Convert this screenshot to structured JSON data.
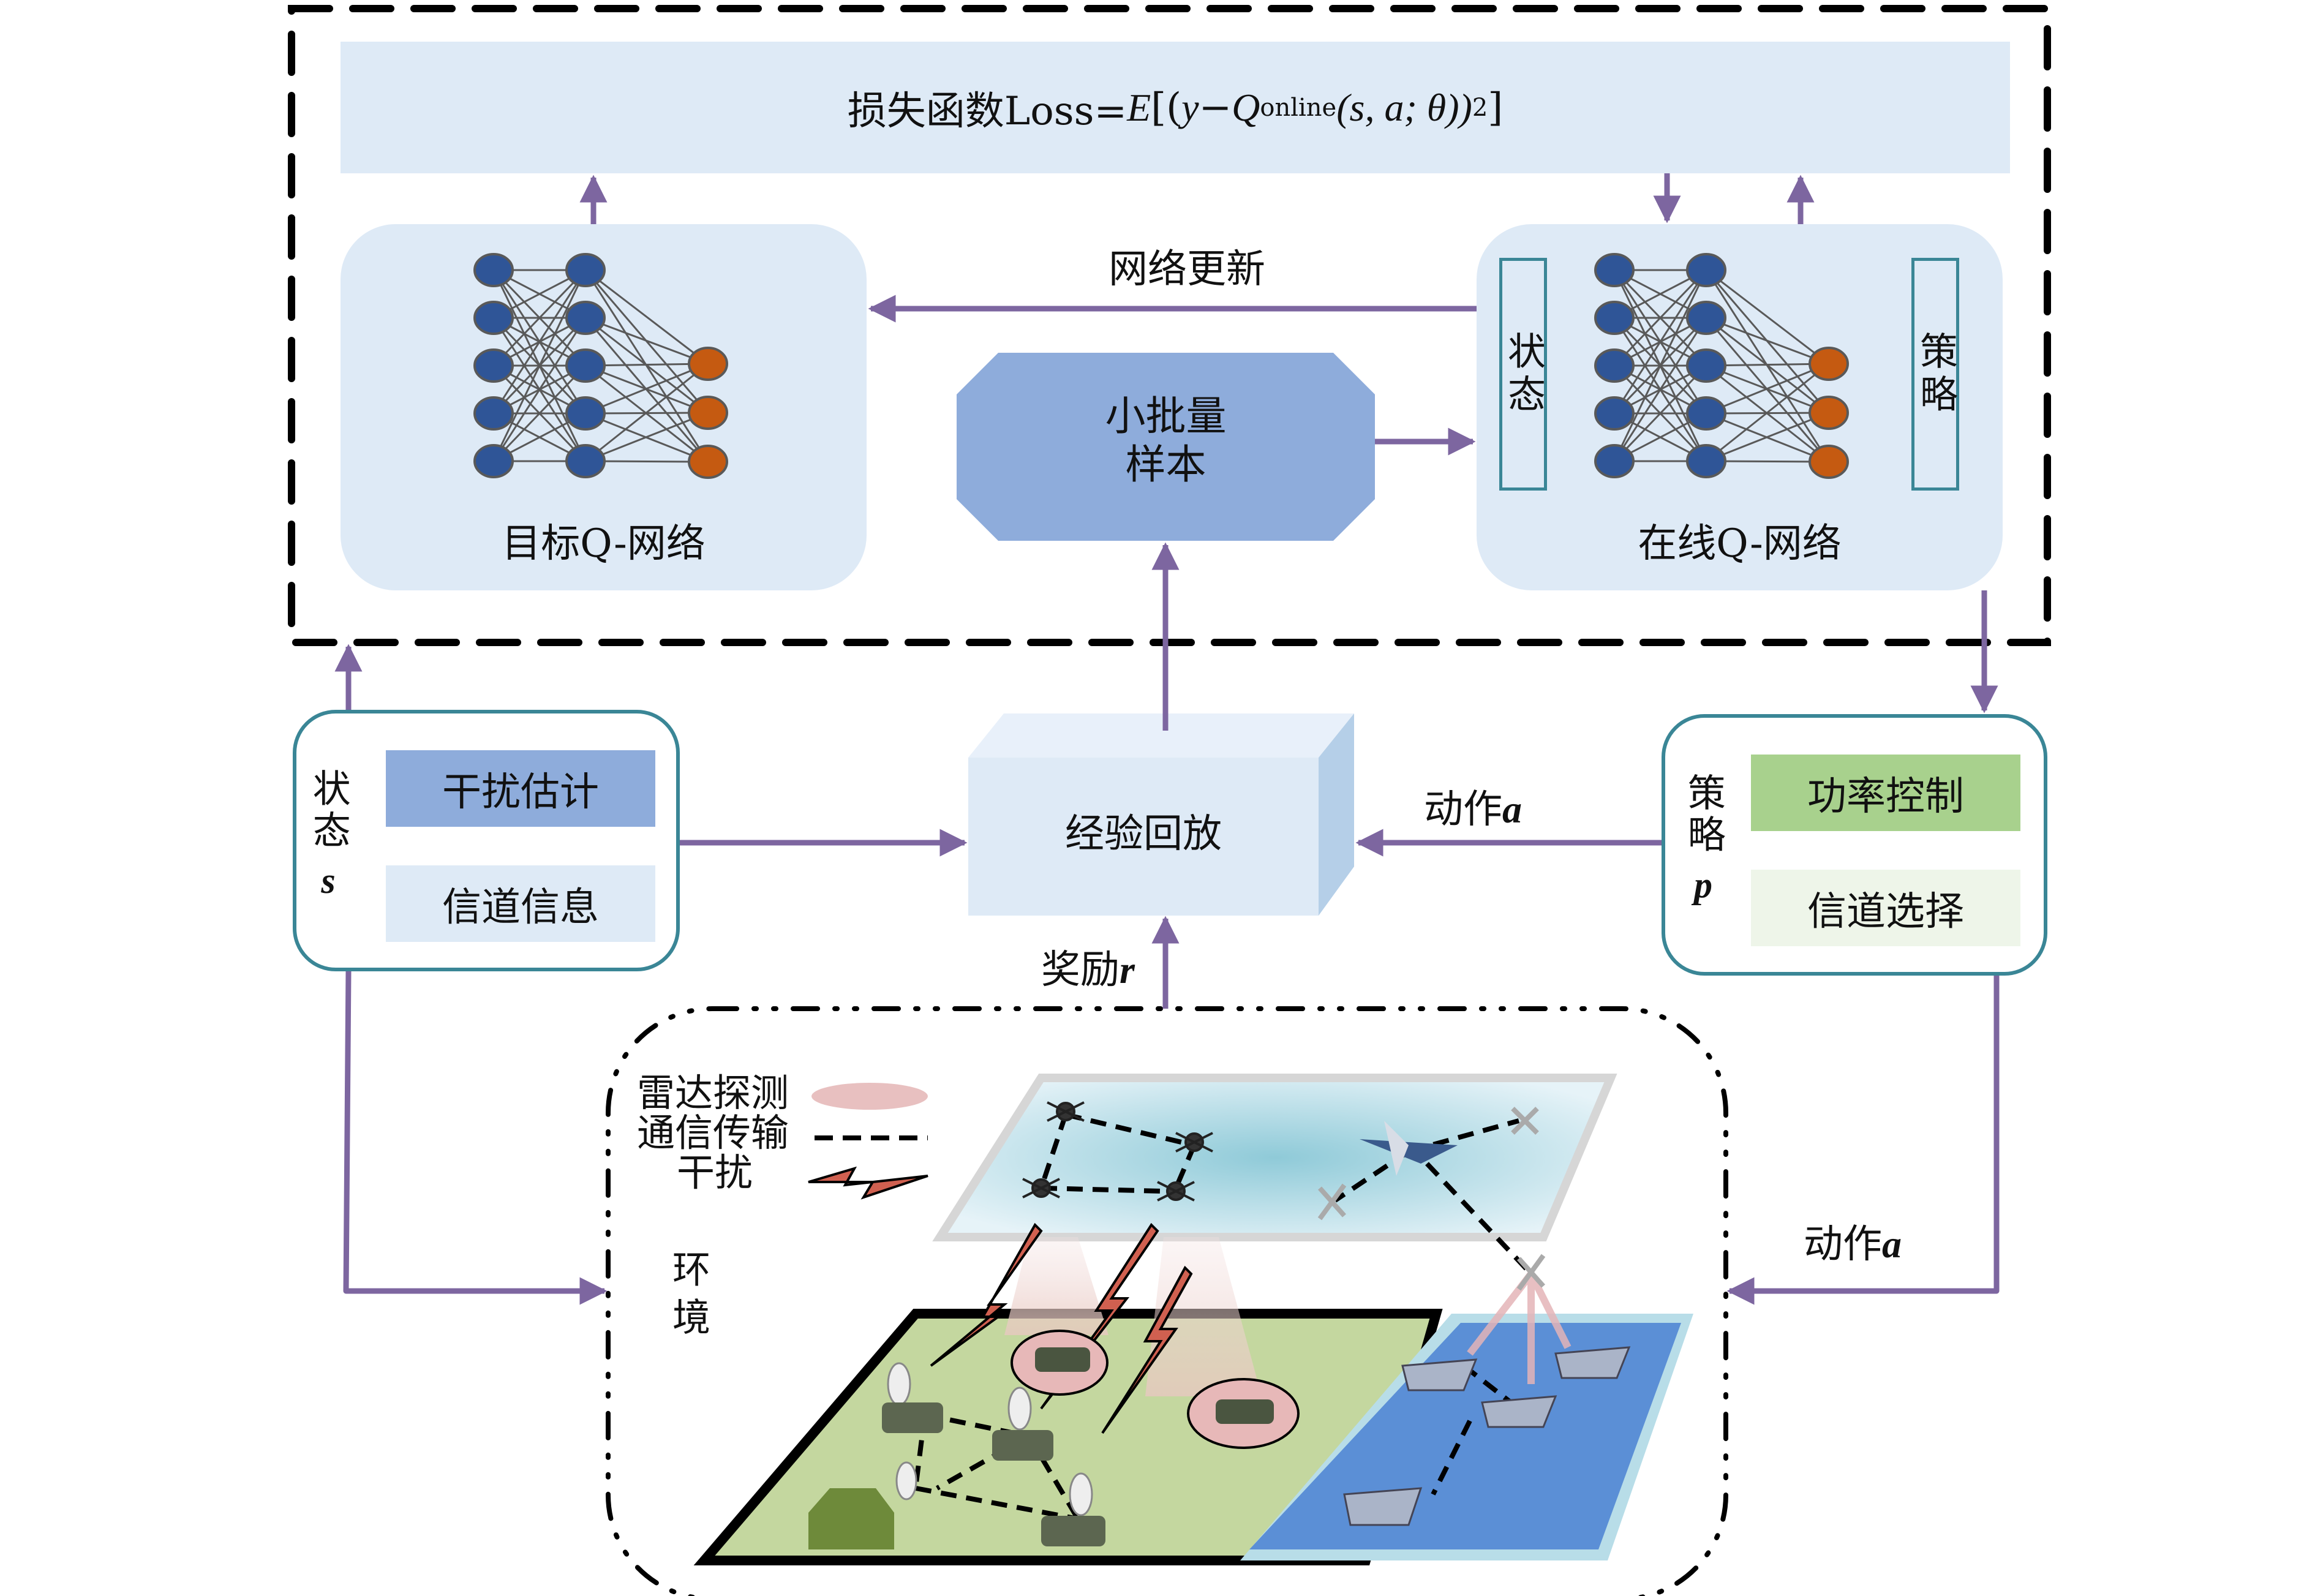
{
  "loss": {
    "prefix": "损失函数Loss=",
    "expr_E": "E",
    "expr_open": "[(",
    "expr_y": "y",
    "expr_minus": "−",
    "expr_Q": "Q",
    "expr_sub": "online",
    "expr_args": "(s,  a; θ))",
    "expr_sup": "2",
    "expr_close": "]"
  },
  "target_network": {
    "title": "目标Q-网络",
    "layers": [
      5,
      5,
      3
    ]
  },
  "online_network": {
    "title": "在线Q-网络",
    "input_tag": "状态",
    "output_tag": "策略",
    "layers": [
      5,
      5,
      3
    ]
  },
  "network_update_label": "网络更新",
  "mini_batch": {
    "line1": "小批量",
    "line2": "样本"
  },
  "experience_replay": {
    "label": "经验回放"
  },
  "state_panel": {
    "title": "状态",
    "symbol": "s",
    "items": [
      {
        "label": "干扰估计",
        "color": "#8eacdb"
      },
      {
        "label": "信道信息",
        "color": "#deeaf6"
      }
    ]
  },
  "policy_panel": {
    "title": "策略",
    "symbol": "p",
    "items": [
      {
        "label": "功率控制",
        "color": "#a8d18d"
      },
      {
        "label": "信道选择",
        "color": "#eef5e9"
      }
    ]
  },
  "action_label_top": {
    "text": "动作",
    "symbol": "a"
  },
  "action_label_bottom": {
    "text": "动作",
    "symbol": "a"
  },
  "reward_label": {
    "text": "奖励",
    "symbol": "r"
  },
  "environment": {
    "title": "环境",
    "legend": [
      {
        "label": "雷达探测",
        "icon": "radar-ellipse"
      },
      {
        "label": "通信传输",
        "icon": "dashed-line"
      },
      {
        "label": "干扰",
        "icon": "lightning-bolt"
      }
    ]
  },
  "colors": {
    "arrow": "#7d66a0",
    "panel_border": "#3a8696",
    "light_blue": "#deeaf6",
    "mid_blue": "#8eacdb",
    "node_blue": "#2f5597",
    "node_orange": "#c55a11",
    "ground": "#c4d79f",
    "sea": "#5b8fd6",
    "sky": "#c7e4ee",
    "jam_red": "#d06050"
  }
}
